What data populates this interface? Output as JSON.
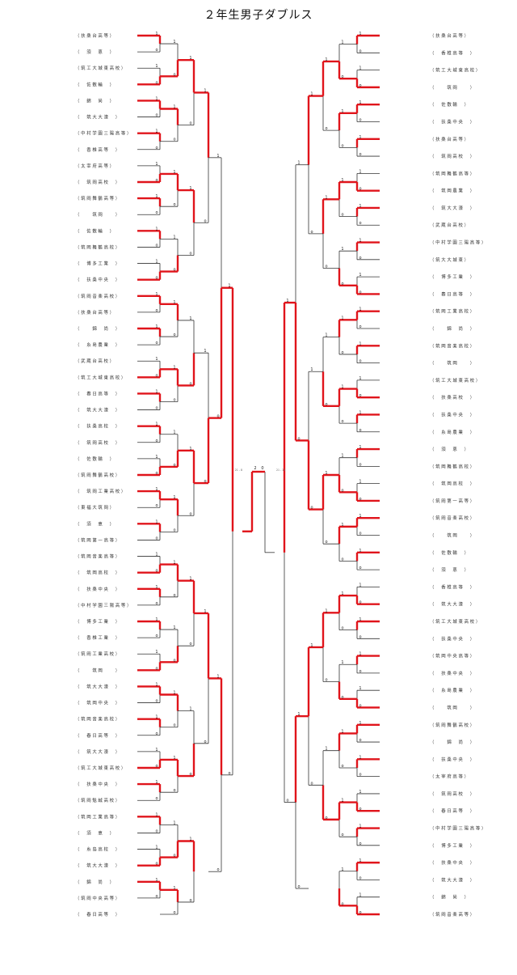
{
  "title": "２年生男子ダブルス",
  "left_teams": [
    {
      "school": "（ 扶 桑 台 高 等 ）"
    },
    {
      "school": "（ 　 須 　 恵 　 ）"
    },
    {
      "school": "（ 筑 工 大 城 東 高 校 ）"
    },
    {
      "school": "（ 　 佐 敷 輪 　 ）"
    },
    {
      "school": "（ 　 錦 　 尚 　 ）"
    },
    {
      "school": "（ 　 筑 大 大 濠 　 ）"
    },
    {
      "school": "（ 中 村 学 園 三 陽 高 等 ）"
    },
    {
      "school": "（ 　 香 椎 高 等 　 ）"
    },
    {
      "school": "（ 太 宰 府 高 等 ）"
    },
    {
      "school": "（ 　 筑 岡 高 校 　 ）"
    },
    {
      "school": "（ 筑 岡 舞 鶴 高 等 ）"
    },
    {
      "school": "（ 　 　 筑 岡 　 　 ）"
    },
    {
      "school": "（ 　 佐 敷 輪 　 ）"
    },
    {
      "school": "（ 筑 岡 舞 鶴 高 校 ）"
    },
    {
      "school": "（ 　 博 多 工 業 　 ）"
    },
    {
      "school": "（ 　 扶 桑 中 央 　 ）"
    },
    {
      "school": "（ 筑 岡 音 楽 高 校 ）"
    },
    {
      "school": "（ 扶 桑 台 高 等 ）"
    },
    {
      "school": "（ 　 　 錦 　 尚 　 ）"
    },
    {
      "school": "（ 　 糸 島 農 業 　 ）"
    },
    {
      "school": "（ 武 蔵 台 高 校 ）"
    },
    {
      "school": "（ 筑 工 大 城 東 高 校 ）"
    },
    {
      "school": "（ 　 春 日 高 等 　 ）"
    },
    {
      "school": "（ 　 筑 大 大 濠 　 ）"
    },
    {
      "school": "（ 　 扶 桑 高 校 　 ）"
    },
    {
      "school": "（ 　 筑 岡 高 校 　 ）"
    },
    {
      "school": "（ 　 佐 敷 輪 　 ）"
    },
    {
      "school": "（ 筑 岡 舞 鶴 高 校 ）"
    },
    {
      "school": "（ 　 筑 岡 工 業 高 校 ）"
    },
    {
      "school": "（ 東 福 大 筑 岡 ）"
    },
    {
      "school": "（ 　 須 　 恵 　 ）"
    },
    {
      "school": "（ 筑 岡 第 一 高 等 ）"
    },
    {
      "school": "（ 筑 岡 音 楽 高 等 ）"
    },
    {
      "school": "（ 　 筑 岡 高 校 　 ）"
    },
    {
      "school": "（ 　 扶 桑 中 央 　 ）"
    },
    {
      "school": "（ 中 村 学 園 三 陽 高 等 ）"
    },
    {
      "school": "（ 　 博 多 工 業 　 ）"
    },
    {
      "school": "（ 　 香 椎 工 業 　 ）"
    },
    {
      "school": "（ 筑 岡 工 業 高 校 ）"
    },
    {
      "school": "（ 　 　 筑 岡 　 　 ）"
    },
    {
      "school": "（ 　 筑 大 大 濠 　 ）"
    },
    {
      "school": "（ 　 筑 岡 中 央 　 ）"
    },
    {
      "school": "（ 筑 岡 音 楽 高 校 ）"
    },
    {
      "school": "（ 　 春 日 高 等 　 ）"
    },
    {
      "school": "（ 　 筑 大 大 濠 　 ）"
    },
    {
      "school": "（ 筑 工 大 城 東 高 校 ）"
    },
    {
      "school": "（ 　 扶 桑 中 央 　 ）"
    },
    {
      "school": "（ 筑 岡 魁 誠 高 校 ）"
    },
    {
      "school": "（ 筑 岡 工 業 高 等 ）"
    },
    {
      "school": "（ 　 須 　 恵 　 ）"
    },
    {
      "school": "（ 　 糸 島 高 校 　 ）"
    },
    {
      "school": "（ 　 筑 大 大 濠 　 ）"
    },
    {
      "school": "（ 　 錦 　 尚 　 ）"
    },
    {
      "school": "（ 筑 岡 中 央 高 等 ）"
    },
    {
      "school": "（ 　 春 日 高 等 　 ）"
    }
  ],
  "right_teams": [
    {
      "school": "（ 扶 桑 台 高 等 ）"
    },
    {
      "school": "（ 　 香 椎 高 等 　 ）"
    },
    {
      "school": "（ 筑 工 大 城 東 高 校 ）"
    },
    {
      "school": "（ 　 　 筑 岡 　 　 ）"
    },
    {
      "school": "（ 　 佐 敷 輪 　 ）"
    },
    {
      "school": "（ 　 扶 桑 中 央 　 ）"
    },
    {
      "school": "（ 扶 桑 台 高 等 ）"
    },
    {
      "school": "（ 　 筑 岡 高 校 　 ）"
    },
    {
      "school": "（ 筑 岡 舞 鶴 高 等 ）"
    },
    {
      "school": "（ 　 筑 岡 農 業 　 ）"
    },
    {
      "school": "（ 　 筑 大 大 濠 　 ）"
    },
    {
      "school": "（ 武 蔵 台 高 校 ）"
    },
    {
      "school": "（ 中 村 学 園 三 陽 高 等 ）"
    },
    {
      "school": "（ 筑 大 大 城 東 ）"
    },
    {
      "school": "（ 　 博 多 工 業 　 ）"
    },
    {
      "school": "（ 　 春 日 高 等 　 ）"
    },
    {
      "school": "（ 筑 岡 工 業 高 校 ）"
    },
    {
      "school": "（ 　 　 錦 　 尚 　 ）"
    },
    {
      "school": "（ 筑 岡 音 楽 高 校 ）"
    },
    {
      "school": "（ 　 　 筑 岡 　 　 ）"
    },
    {
      "school": "（ 筑 工 大 城 東 高 校 ）"
    },
    {
      "school": "（ 　 扶 桑 高 校 　 ）"
    },
    {
      "school": "（ 　 扶 桑 中 央 　 ）"
    },
    {
      "school": "（ 　 糸 島 農 業 　 ）"
    },
    {
      "school": "（ 　 須 　 恵 　 ）"
    },
    {
      "school": "（ 筑 岡 舞 鶴 高 校 ）"
    },
    {
      "school": "（ 　 筑 岡 高 校 　 ）"
    },
    {
      "school": "（ 筑 岡 第 一 高 等 ）"
    },
    {
      "school": "（ 筑 岡 音 楽 高 校 ）"
    },
    {
      "school": "（ 　 　 筑 岡 　 　 ）"
    },
    {
      "school": "（ 　 佐 敷 輪 　 ）"
    },
    {
      "school": "（ 　 須 　 恵 　 ）"
    },
    {
      "school": "（ 　 香 椎 高 等 　 ）"
    },
    {
      "school": "（ 　 筑 大 大 濠 　 ）"
    },
    {
      "school": "（ 筑 工 大 城 東 高 校 ）"
    },
    {
      "school": "（ 　 扶 桑 中 央 　 ）"
    },
    {
      "school": "（ 筑 岡 中 央 高 等 ）"
    },
    {
      "school": "（ 　 扶 桑 中 央 　 ）"
    },
    {
      "school": "（ 　 糸 島 農 業 　 ）"
    },
    {
      "school": "（ 　 　 筑 岡 　 　 ）"
    },
    {
      "school": "（ 筑 岡 舞 鶴 高 校 ）"
    },
    {
      "school": "（ 　 　 錦 　 尚 　 ）"
    },
    {
      "school": "（ 　 扶 桑 中 央 　 ）"
    },
    {
      "school": "（ 太 宰 府 高 等 ）"
    },
    {
      "school": "（ 　 筑 岡 高 校 　 ）"
    },
    {
      "school": "（ 　 春 日 高 等 　 ）"
    },
    {
      "school": "（ 中 村 学 園 三 陽 高 等 ）"
    },
    {
      "school": "（ 　 博 多 工 業 　 ）"
    },
    {
      "school": "（ 　 扶 桑 中 央 　 ）"
    },
    {
      "school": "（ 　 筑 大 大 濠 　 ）"
    },
    {
      "school": "（ 　 錦 　 尚 　 ）"
    },
    {
      "school": "（ 筑 岡 音 楽 高 等 ）"
    }
  ],
  "scores": {
    "final_left": "2",
    "final_right": "0",
    "final_label_left": "21 - 8",
    "final_label_right": "21 - 11"
  }
}
